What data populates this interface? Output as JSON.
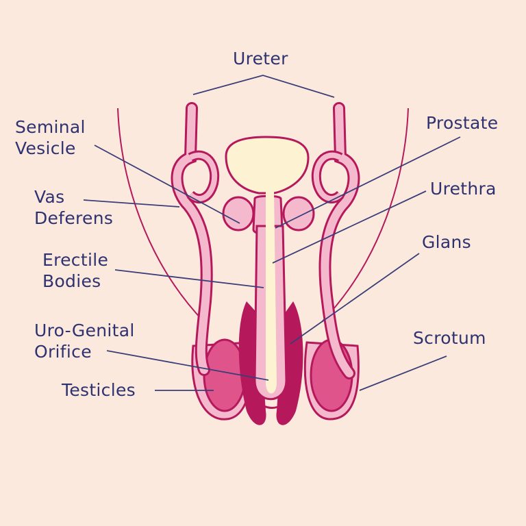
{
  "colors": {
    "background": "#fbe9dd",
    "text": "#2f3270",
    "leader_line": "#3a3d78",
    "outline": "#b5195b",
    "light_pink": "#f4b9cc",
    "cream": "#fdf3d3",
    "testicle_pink": "#e0548c"
  },
  "labels": {
    "ureter": [
      "Ureter"
    ],
    "seminal_vesicle": [
      "Seminal",
      "Vesicle"
    ],
    "prostate": [
      "Prostate"
    ],
    "vas_deferens": [
      "Vas",
      "Deferens"
    ],
    "urethra": [
      "Urethra"
    ],
    "erectile_bodies": [
      "Erectile",
      "Bodies"
    ],
    "glans": [
      "Glans"
    ],
    "uro_genital_orifice": [
      "Uro-Genital",
      "Orifice"
    ],
    "scrotum": [
      "Scrotum"
    ],
    "testicles": [
      "Testicles"
    ]
  }
}
